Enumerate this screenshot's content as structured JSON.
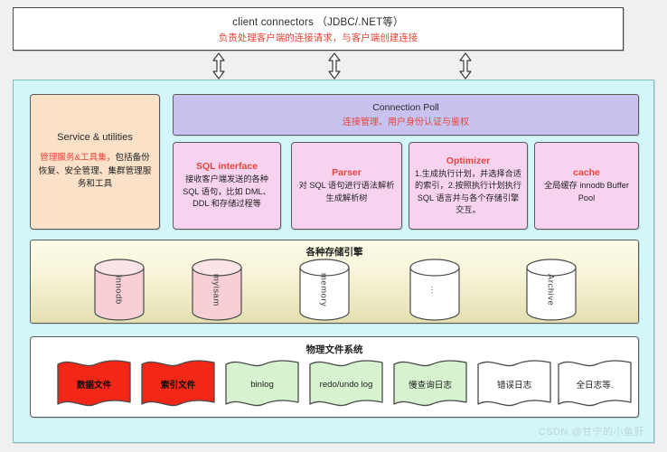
{
  "client": {
    "title": "client  connectors （JDBC/.NET等）",
    "subtitle": "负责处理客户端的连接请求，与客户端创建连接"
  },
  "arrows": [
    {
      "name": "connector-arrow-left"
    },
    {
      "name": "connector-arrow-center"
    },
    {
      "name": "connector-arrow-right"
    }
  ],
  "service": {
    "title": "Service & utilities",
    "highlight": "管理服务&工具集，",
    "body": "包括备份恢复、安全管理、集群管理服务和工具"
  },
  "connection_pool": {
    "title": "Connection Poll",
    "subtitle": "连接管理、用户身份认证与鉴权"
  },
  "engine_layer": [
    {
      "title": "SQL interface",
      "body": "接收客户端发送的各种 SQL 语句，比如 DML、DDL 和存储过程等"
    },
    {
      "title": "Parser",
      "body": "对 SQL 语句进行语法解析生成解析树"
    },
    {
      "title": "Optimizer",
      "body": "1.生成执行计划，并选择合适的索引，2.按照执行计划执行 SQL 语言并与各个存储引擎交互。"
    },
    {
      "title": "cache",
      "body": "全局缓存 innodb Buffer Pool"
    }
  ],
  "storage": {
    "title": "各种存储引擎",
    "engines": [
      {
        "label": "innodb",
        "color": "#f7cfd4"
      },
      {
        "label": "myisam",
        "color": "#f7cfd4"
      },
      {
        "label": "memory",
        "color": "#ffffff"
      },
      {
        "label": "...",
        "color": "#ffffff"
      },
      {
        "label": "Archive",
        "color": "#ffffff"
      }
    ]
  },
  "filesystem": {
    "title": "物理文件系统",
    "files": [
      {
        "label": "数据文件",
        "color": "#f22717"
      },
      {
        "label": "索引文件",
        "color": "#f22717"
      },
      {
        "label": "binlog",
        "color": "#d6f2ce"
      },
      {
        "label": "redo/undo log",
        "color": "#d6f2ce"
      },
      {
        "label": "慢查询日志",
        "color": "#d6f2ce"
      },
      {
        "label": "错误日志",
        "color": "#ffffff"
      },
      {
        "label": "全日志等.",
        "color": "#ffffff"
      }
    ]
  },
  "watermark": "CSDN @甘宁的小鱼肝",
  "colors": {
    "accent_red": "#e8443a",
    "panel_cyan": "#d3f7f9",
    "service_peach": "#fae1c8",
    "pool_purple": "#c8c2ef",
    "engine_pink": "#f8d3f0"
  }
}
